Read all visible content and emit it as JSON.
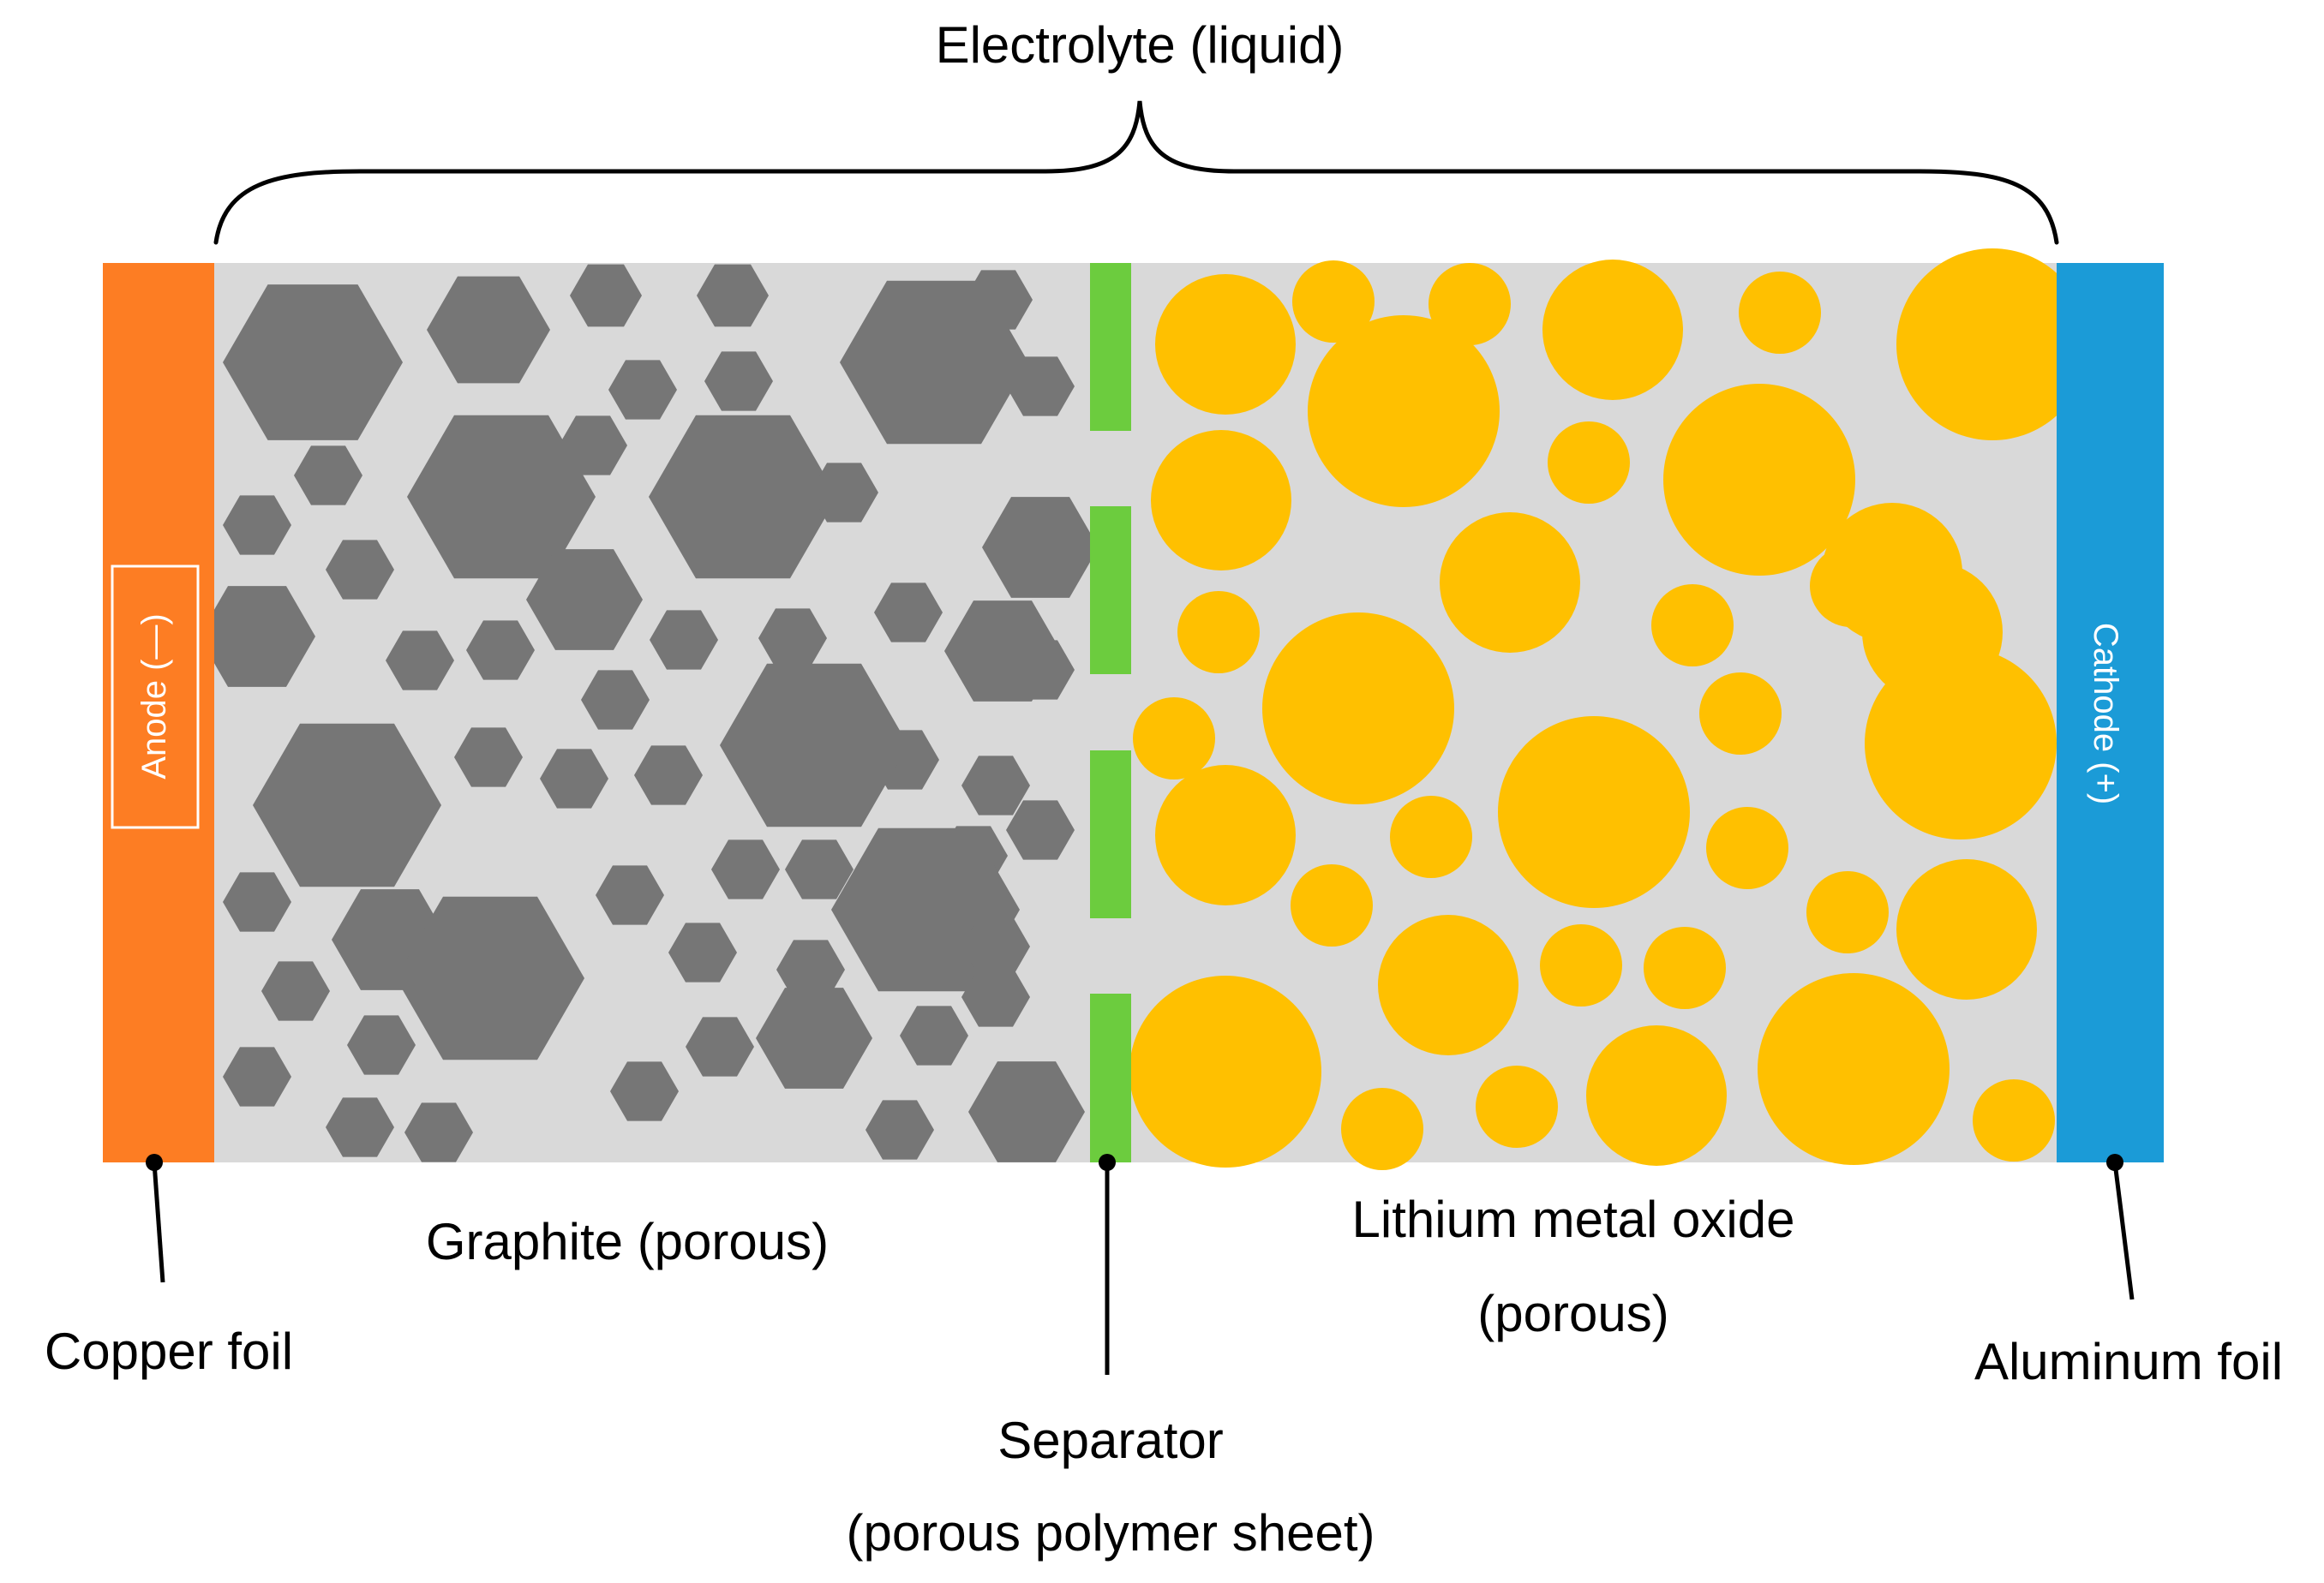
{
  "labels": {
    "electrolyte": "Electrolyte (liquid)",
    "graphite": "Graphite (porous)",
    "lithium_line1": "Lithium metal oxide",
    "lithium_line2": "(porous)",
    "separator_line1": "Separator",
    "separator_line2": "(porous polymer sheet)",
    "copper": "Copper foil",
    "aluminum": "Aluminum foil",
    "anode": "Anode (—)",
    "cathode": "Cathode (+)"
  },
  "colors": {
    "electrolyte_background": "#d9d9d9",
    "copper_foil": "#fd7d23",
    "aluminum_foil": "#1b9bd7",
    "separator": "#6ccc3e",
    "graphite_particle": "#767676",
    "oxide_particle": "#ffc000",
    "leader_line": "#000000"
  },
  "icons": {
    "brace": "curly-brace-icon",
    "graphite_particle": "hexagon-icon",
    "oxide_particle": "circle-icon"
  }
}
